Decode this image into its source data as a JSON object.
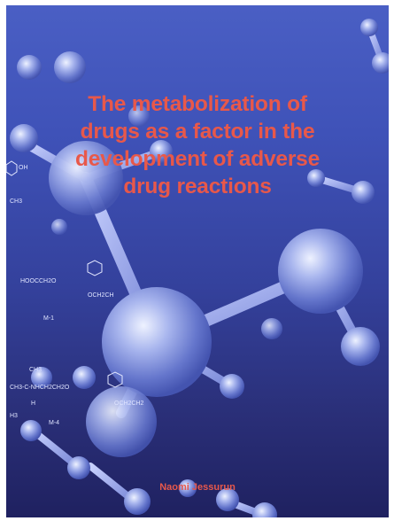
{
  "book": {
    "title_lines": [
      "The metabolization of",
      "drugs as a factor in the",
      "development of adverse",
      "drug reactions"
    ],
    "author": "Naomi Jessurun",
    "chem_labels": {
      "oh": "OH",
      "ch3": "CH3",
      "hoocch2o": "HOOCCH2O",
      "och2ch": "OCH2CH",
      "m1": "M-1",
      "ch3_b": "CH3",
      "chain": "CH3-C-NHCH2CH2O",
      "h": "H",
      "och2ch2": "OCH2CH2",
      "m4": "M-4",
      "h3": "H3"
    }
  },
  "colors": {
    "title": "#e8584a",
    "background_top": "#4a5fc4",
    "background_bottom": "#1f2160"
  }
}
